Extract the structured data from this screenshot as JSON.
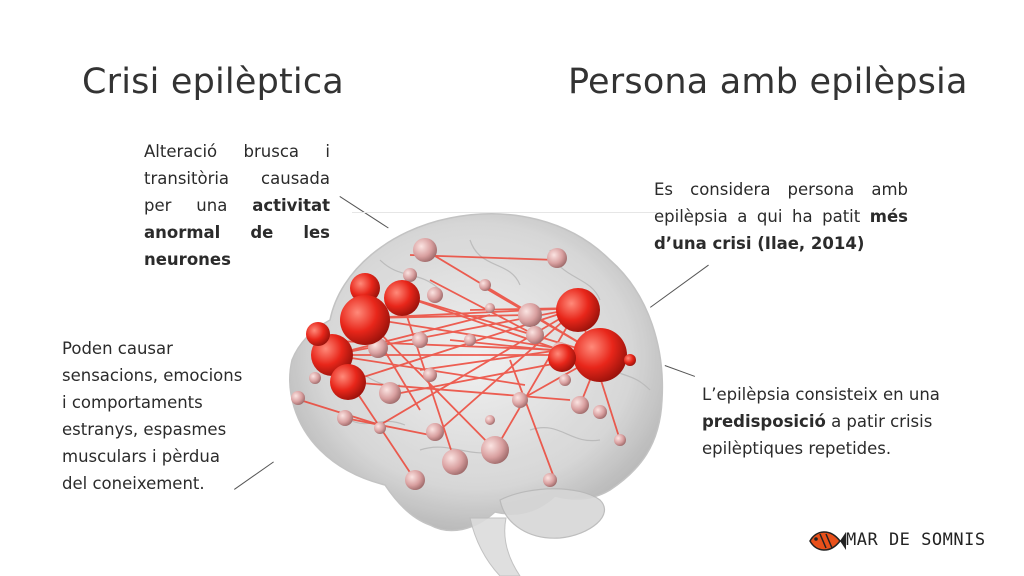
{
  "titles": {
    "seizure": "Crisi epilèptica",
    "person": "Persona amb epilèpsia"
  },
  "seizure_definition": {
    "line1": "Alteració brusca i",
    "line2": "transitòria causada",
    "line3_plain": "per una ",
    "line3_bold": "activitat",
    "line4_bold": "anormal de les",
    "line5_bold": "neurones"
  },
  "person_definition": {
    "line1": "Es considera persona amb",
    "line2_plain": "epilèpsia a qui ha patit ",
    "line2_bold": "més",
    "line3_bold": "d’una crisi",
    "line3_plain": " (Ilae, 2014)"
  },
  "seizure_effects": {
    "lines": [
      "Poden causar",
      "sensacions, emocions",
      "i comportaments",
      "estranys, espasmes",
      "musculars i pèrdua",
      "del coneixement."
    ]
  },
  "epilepsy_definition": {
    "line1": "L’epilèpsia consisteix en una",
    "line2_bold": "predisposició",
    "line2_plain": " a patir crisis",
    "line3": "epilèptiques repetides."
  },
  "logo": {
    "text": "MAR DE SOMNIS",
    "icon": "fish-icon"
  },
  "colors": {
    "node_red": "#e8261a",
    "node_pink": "#d99a9a",
    "edge": "#ee3b2c",
    "brain_gray": "#c9c9c9"
  }
}
